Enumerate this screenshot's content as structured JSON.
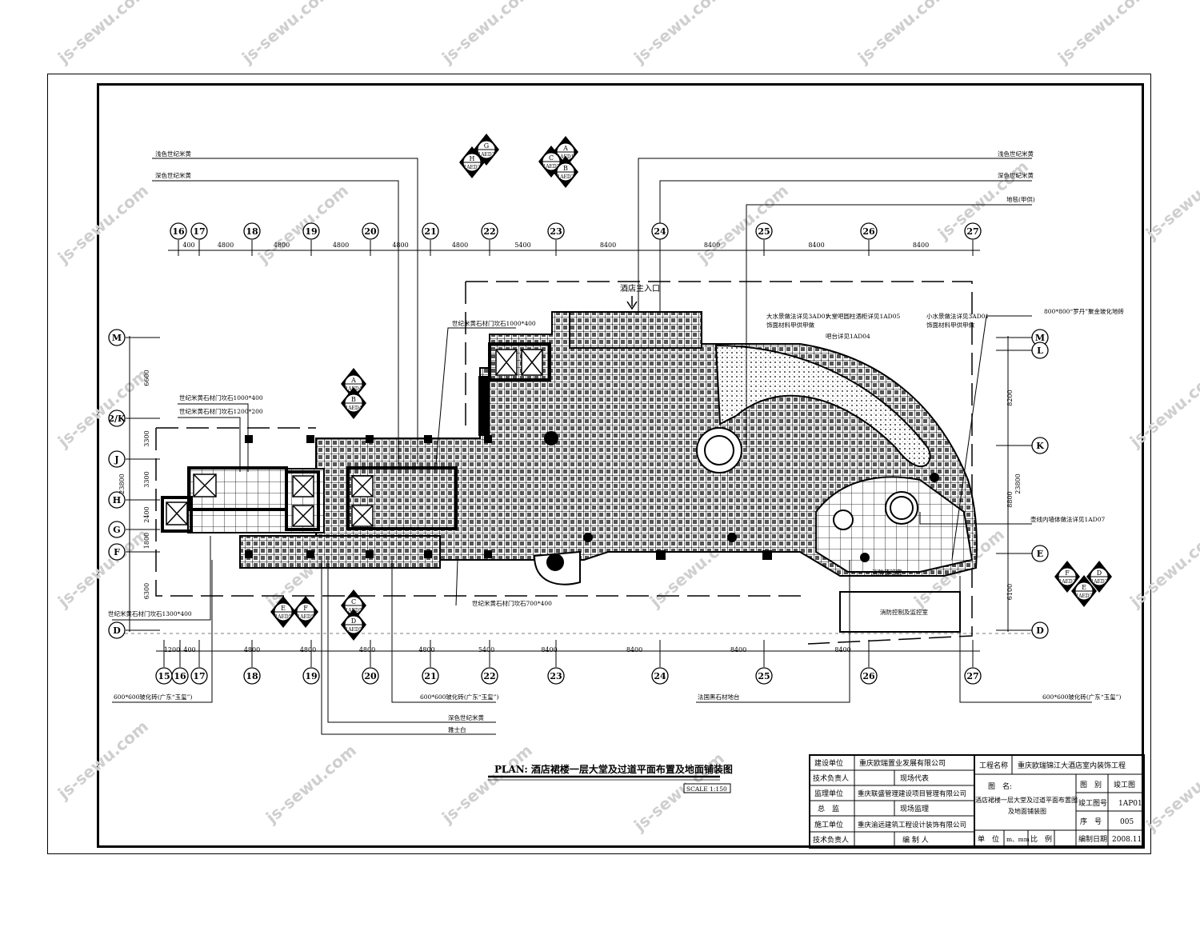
{
  "drawing": {
    "title": "PLAN: 酒店裙楼一层大堂及过道平面布置及地面铺装图",
    "scale": "SCALE 1:150",
    "entrance_label": "酒店主入口"
  },
  "grid": {
    "top_axes": [
      "16",
      "17",
      "18",
      "19",
      "20",
      "21",
      "22",
      "23",
      "24",
      "25",
      "26",
      "27"
    ],
    "top_spacings": [
      "400",
      "4800",
      "4800",
      "4800",
      "4800",
      "4800",
      "5400",
      "8400",
      "8400",
      "8400",
      "8400"
    ],
    "bottom_axes": [
      "15",
      "16",
      "17",
      "18",
      "19",
      "20",
      "21",
      "22",
      "23",
      "24",
      "25",
      "26",
      "27"
    ],
    "bottom_spacings": [
      "1200",
      "400",
      "4800",
      "4800",
      "4800",
      "4800",
      "5400",
      "8400",
      "8400",
      "8400",
      "8400"
    ],
    "left_axes": [
      "M",
      "2/K",
      "J",
      "H",
      "G",
      "F",
      "D"
    ],
    "left_spacings": [
      "6600",
      "3300",
      "3300",
      "2400",
      "1800",
      "6300"
    ],
    "left_total": "23800",
    "right_axes": [
      "M",
      "L",
      "K",
      "E",
      "D"
    ],
    "right_spacings": [
      "8200",
      "8800",
      "6100"
    ],
    "right_total": "23800"
  },
  "annotations": {
    "top_left": [
      "浅色世纪米黄",
      "深色世纪米黄"
    ],
    "top_right": [
      "浅色世纪米黄",
      "深色世纪米黄",
      "地毯(甲供)"
    ],
    "material_notes": [
      "世纪米黄石材门坎石1000*400",
      "世纪米黄石材门坎石1000*400",
      "世纪米黄石材门坎石1200*200",
      "世纪米黄石材门坎石1300*400",
      "世纪米黄石材门坎石700*400",
      "大水景做法详见3AD01",
      "饰面材料甲供甲做",
      "大堂吧圆柱酒柜详见1AD05",
      "吧台详见1AD04",
      "小水景做法详见3AD01",
      "饰面材料甲供甲做",
      "800*800“罗丹”聚金玻化地砖",
      "壶线内墙体做法详见1AD07"
    ],
    "bottom_notes": [
      "600*600玻化砖(广东“玉玺”)",
      "600*600玻化砖(广东“玉玺”)",
      "法国黑石材地台",
      "600*600玻化砖(广东“玉玺”)",
      "深色世纪米黄",
      "雅士白"
    ],
    "rooms": [
      "消防控制及监控室",
      "消防值班室"
    ]
  },
  "detail_tags": [
    {
      "top": "G",
      "bottom": "1AED3",
      "sub_top": "H",
      "sub_bottom": "1AED3"
    },
    {
      "top": "A",
      "bottom": "1AED1",
      "sub_top": "C",
      "sub_bottom": "1AED2",
      "b": "B",
      "b_ref": "1AED2"
    },
    {
      "top": "A",
      "bottom": "1AED4",
      "sub_top": "B",
      "sub_bottom": "1AED4"
    },
    {
      "top": "E",
      "bottom": "1AED5",
      "sub_top": "F",
      "sub_bottom": "1AED5"
    },
    {
      "top": "C",
      "bottom": "1AED5",
      "sub_top": "D",
      "sub_bottom": "1AED5"
    },
    {
      "top": "F",
      "bottom": "1AED3",
      "sub_top": "D",
      "sub_bottom": "1AED3",
      "e": "E",
      "e_ref": "1AED3"
    }
  ],
  "title_block": {
    "rows_left": [
      {
        "label": "建设单位",
        "value": "重庆欧瑞置业发展有限公司"
      },
      {
        "label": "技术负责人",
        "value": "现场代表"
      },
      {
        "label": "监理单位",
        "value": "重庆联盛管理建设项目管理有限公司"
      },
      {
        "label": "总　监",
        "value": "现场监理"
      },
      {
        "label": "施工单位",
        "value": "重庆渝远建筑工程设计装饰有限公司"
      },
      {
        "label": "技术负责人",
        "value": "编 制 人"
      }
    ],
    "project_label": "工程名称",
    "project_name": "重庆欧瑞锦江大酒店室内装饰工程",
    "drawing_name_label": "图　名:",
    "drawing_name_1": "酒店裙楼一层大堂及过道平面布置图",
    "drawing_name_2": "及地面铺装图",
    "category_label": "图　别",
    "category_value": "竣工图",
    "number_label": "竣工图号",
    "number_value": "1AP01",
    "seq_label": "序　号",
    "seq_value": "005",
    "unit_label": "单　位",
    "unit_value": "m、mm",
    "ratio_label": "比　例",
    "date_label": "编制日期",
    "date_value": "2008.11."
  },
  "watermark": "js-sewu.com"
}
